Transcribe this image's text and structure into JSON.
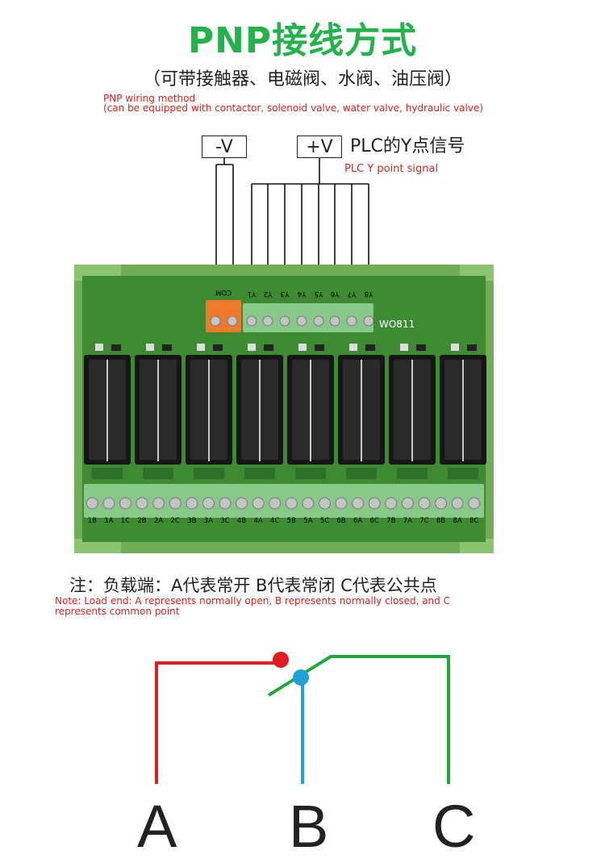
{
  "header": {
    "title": "PNP接线方式",
    "subtitle": "（可带接触器、电磁阀、水阀、油压阀）",
    "note_en_line1": "PNP wiring method",
    "note_en_line2": "(can be equipped with contactor, solenoid valve, water valve, hydraulic valve)"
  },
  "inputs": {
    "minus_v": "-V",
    "plus_v": "+V",
    "plc_label_cn": "PLC的Y点信号",
    "plc_label_en": "PLC Y point signal"
  },
  "board": {
    "model": "WO811",
    "com_label": "COM",
    "input_terminals": [
      "Y1",
      "Y2",
      "Y3",
      "Y4",
      "Y5",
      "Y6",
      "Y7",
      "Y8"
    ],
    "output_terminals": [
      "1B",
      "1A",
      "1C",
      "2B",
      "2A",
      "2C",
      "3B",
      "3A",
      "3C",
      "4B",
      "4A",
      "4C",
      "5B",
      "5A",
      "5C",
      "6B",
      "6A",
      "6C",
      "7B",
      "7A",
      "7C",
      "8B",
      "8A",
      "8C"
    ],
    "relay_count": 8
  },
  "note": {
    "cn": "注：负载端：A代表常开 B代表常闭 C代表公共点",
    "en_line1": "Note: Load end: A represents normally open, B represents normally closed, and C",
    "en_line2": "represents common point"
  },
  "contacts": {
    "a": "A",
    "b": "B",
    "c": "C"
  },
  "colors": {
    "title_green": "#22b34a",
    "note_red": "#e0201a",
    "board_green": "#4f9a3e",
    "wire_red": "#e01c1c",
    "wire_blue": "#1ea2d8",
    "wire_green": "#1fa83c"
  }
}
